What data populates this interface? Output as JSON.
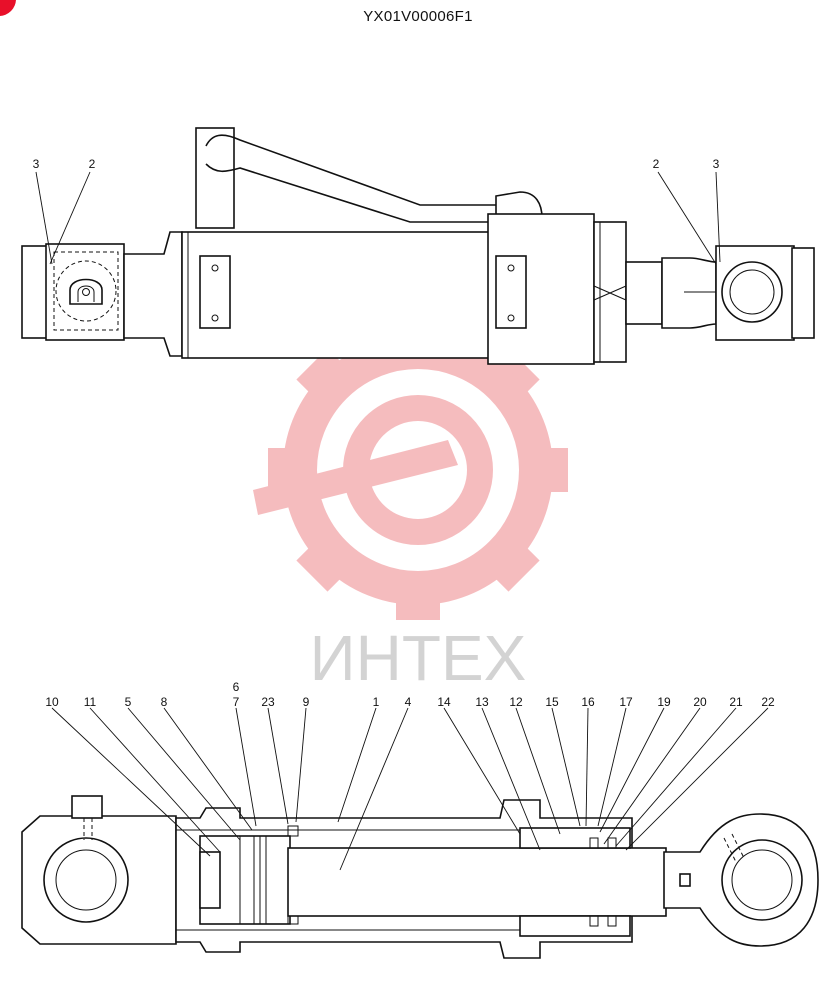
{
  "document": {
    "code": "YX01V00006F1"
  },
  "watermark": {
    "text": "ИНТЕХ",
    "gear_color": "#f5b5b8",
    "text_color": "#cfcfcf"
  },
  "brand": {
    "corner_mark_color": "#e8102a"
  },
  "top_view": {
    "callouts_left": [
      "3",
      "2"
    ],
    "callouts_right": [
      "2",
      "3"
    ]
  },
  "section_view": {
    "callouts": [
      "10",
      "11",
      "5",
      "8",
      "6",
      "7",
      "23",
      "9",
      "1",
      "4",
      "14",
      "13",
      "12",
      "15",
      "16",
      "17",
      "19",
      "20",
      "21",
      "22"
    ]
  }
}
